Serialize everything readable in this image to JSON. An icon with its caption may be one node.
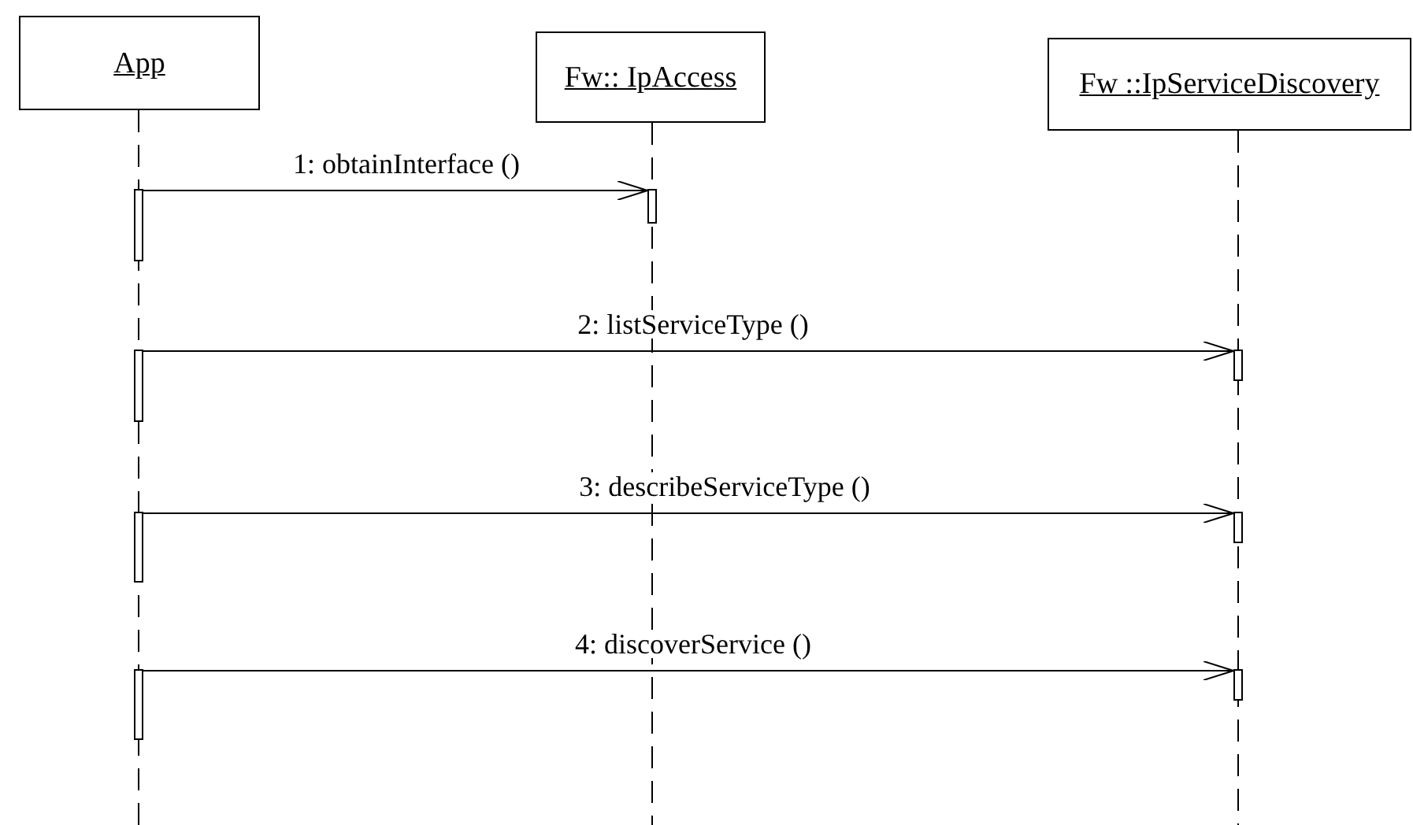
{
  "diagram": {
    "nodes": [
      {
        "text": [
          "App"
        ]
      },
      {
        "text": [
          "Fw:: IpAccess"
        ]
      },
      {
        "text": [
          "Fw ::IpServiceDiscovery"
        ]
      },
      {
        "text": [],
        "shape": "bar"
      },
      {
        "text": [],
        "shape": "bar"
      },
      {
        "text": [],
        "shape": "bar"
      },
      {
        "text": [],
        "shape": "bar"
      },
      {
        "text": [],
        "shape": "bar"
      },
      {
        "text": [],
        "shape": "bar"
      },
      {
        "text": [],
        "shape": "bar"
      },
      {
        "text": [],
        "shape": "bar"
      }
    ],
    "edges": [
      {
        "from": 3,
        "to": 4,
        "arrow": "to",
        "label": "1: obtainInterface ()"
      },
      {
        "from": 5,
        "to": 6,
        "arrow": "to",
        "label": "2: listServiceType ()"
      },
      {
        "from": 7,
        "to": 8,
        "arrow": "to",
        "label": "3: describeServiceType ()"
      },
      {
        "from": 9,
        "to": 10,
        "arrow": "to",
        "label": "4: discoverService ()"
      }
    ]
  }
}
